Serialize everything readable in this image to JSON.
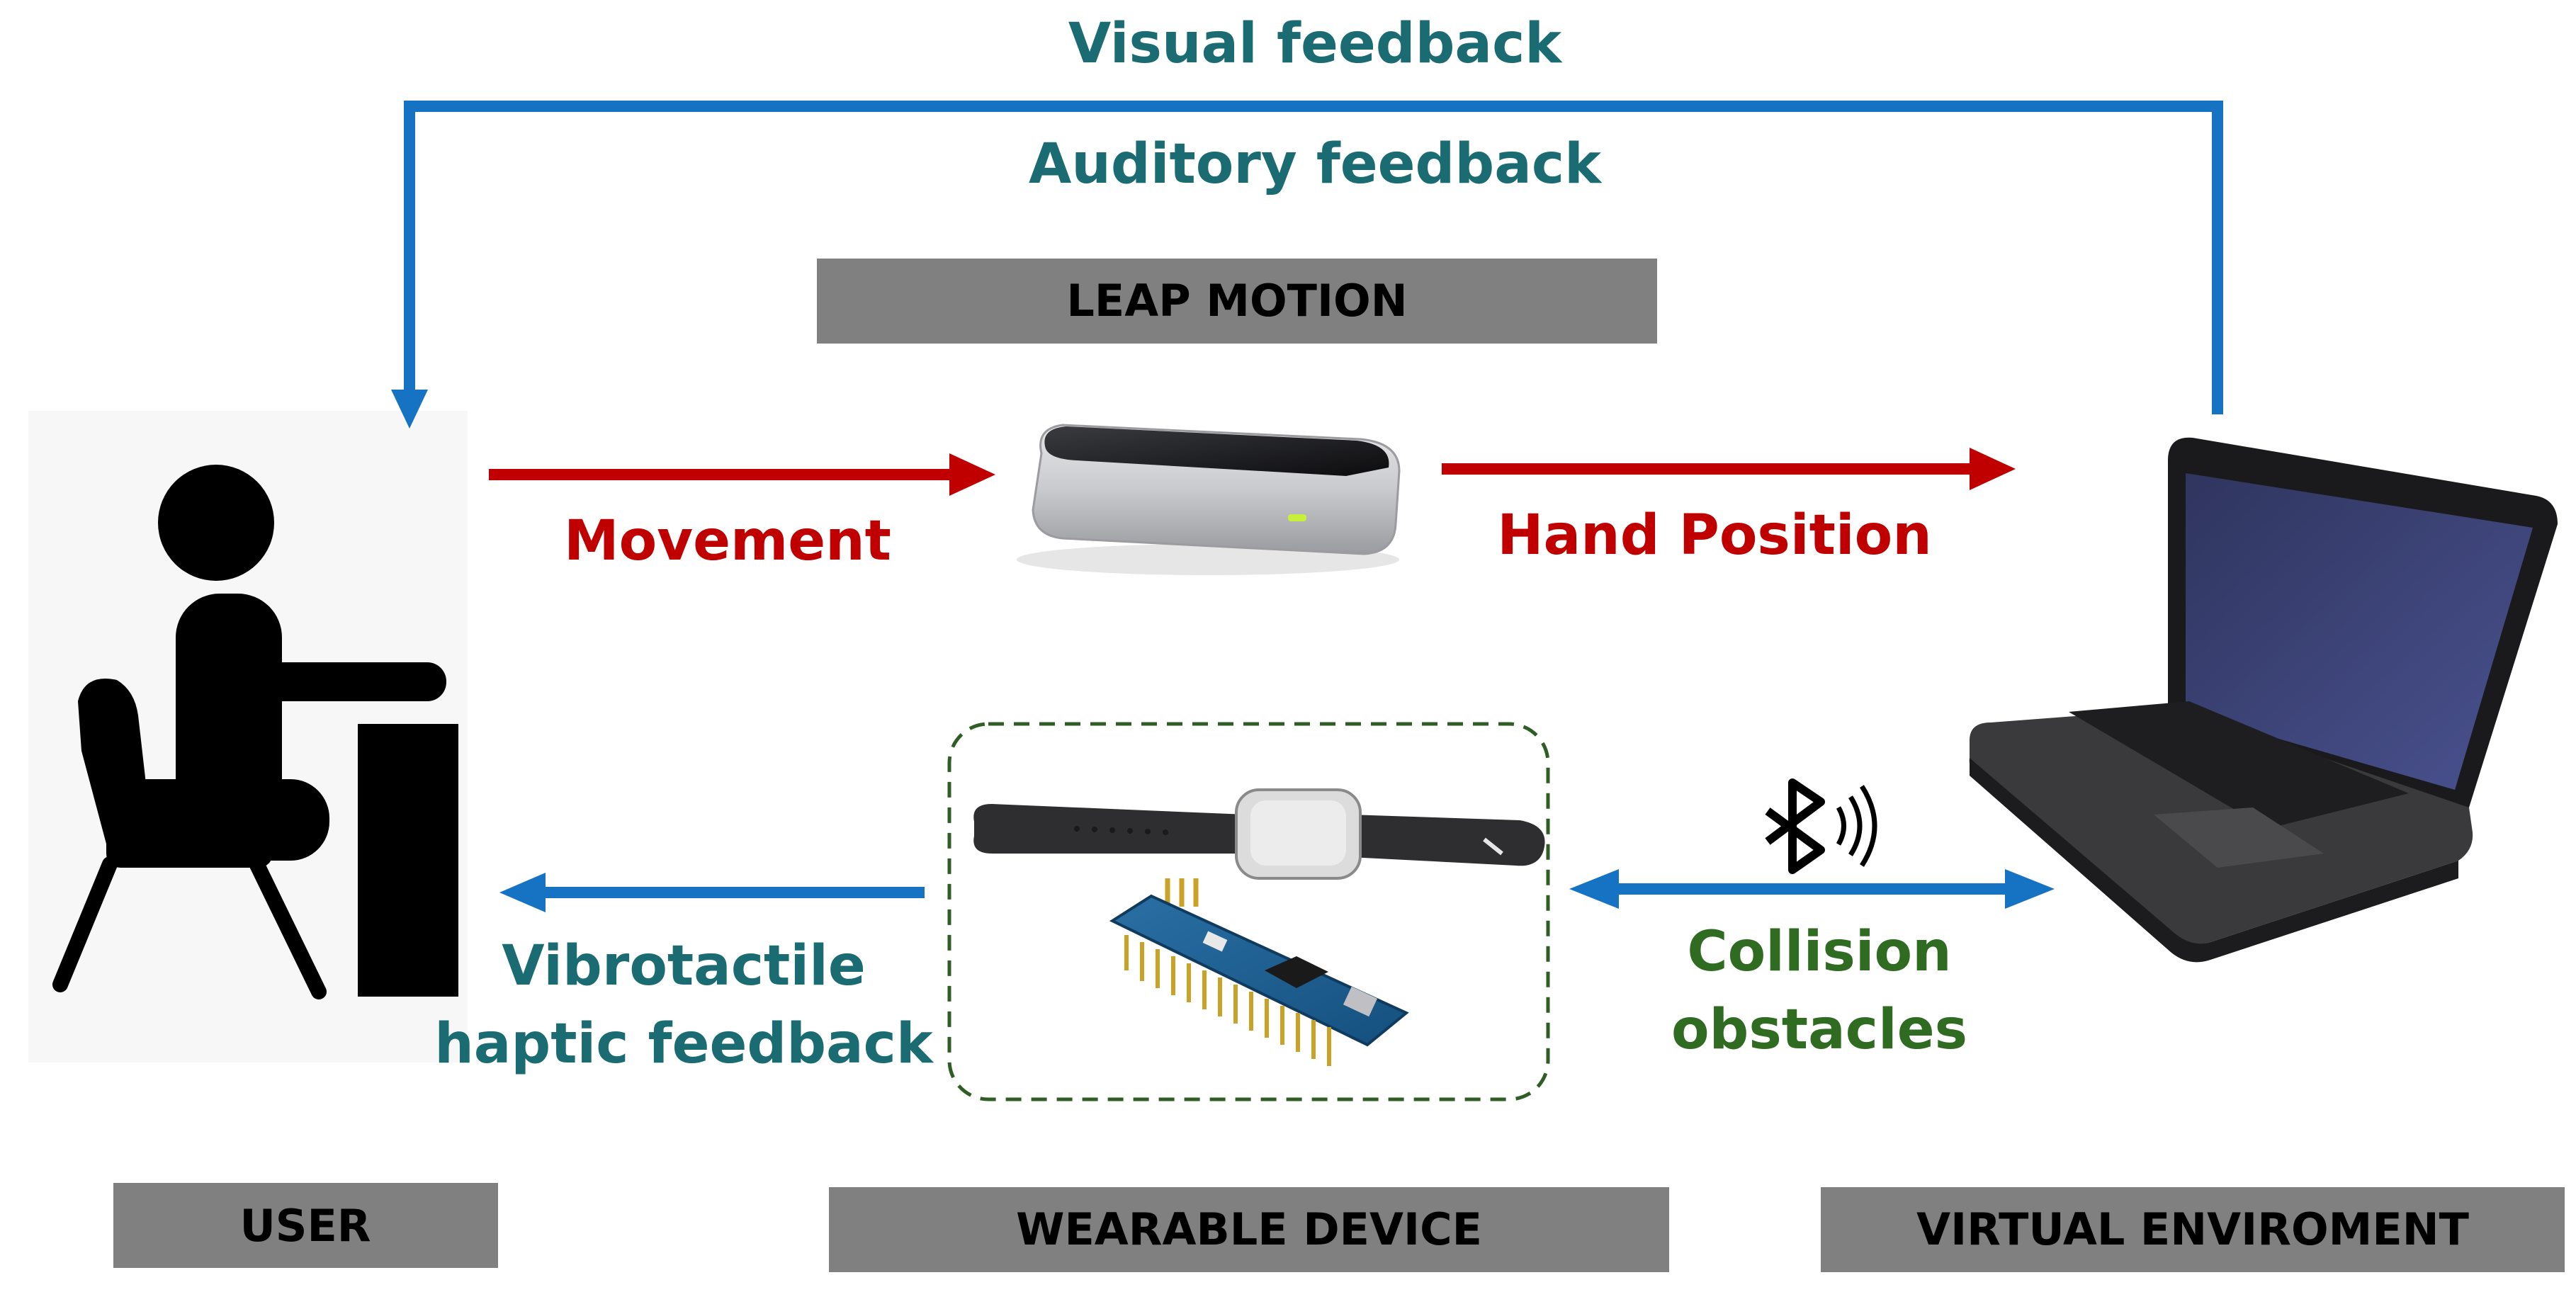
{
  "feedback": {
    "visual": "Visual feedback",
    "auditory": "Auditory feedback"
  },
  "flows": {
    "movement": "Movement",
    "hand_position": "Hand Position",
    "vibrotactile_line1": "Vibrotactile",
    "vibrotactile_line2": "haptic feedback",
    "collision_line1": "Collision",
    "collision_line2": "obstacles"
  },
  "boxes": {
    "leap_motion": "LEAP MOTION",
    "user": "USER",
    "wearable_device": "WEARABLE DEVICE",
    "virtual_environment": "VIRTUAL ENVIROMENT"
  },
  "icons": [
    "user-sitting-icon",
    "leap-motion-device-icon",
    "laptop-icon",
    "smartwatch-icon",
    "arduino-nano-board-icon",
    "bluetooth-icon"
  ],
  "colors": {
    "blue_arrow": "#1672c2",
    "red_arrow": "#c00000",
    "teal_text": "#1b6b72",
    "red_text": "#c00000",
    "green_text": "#2f6b21",
    "label_box": "#808080"
  }
}
